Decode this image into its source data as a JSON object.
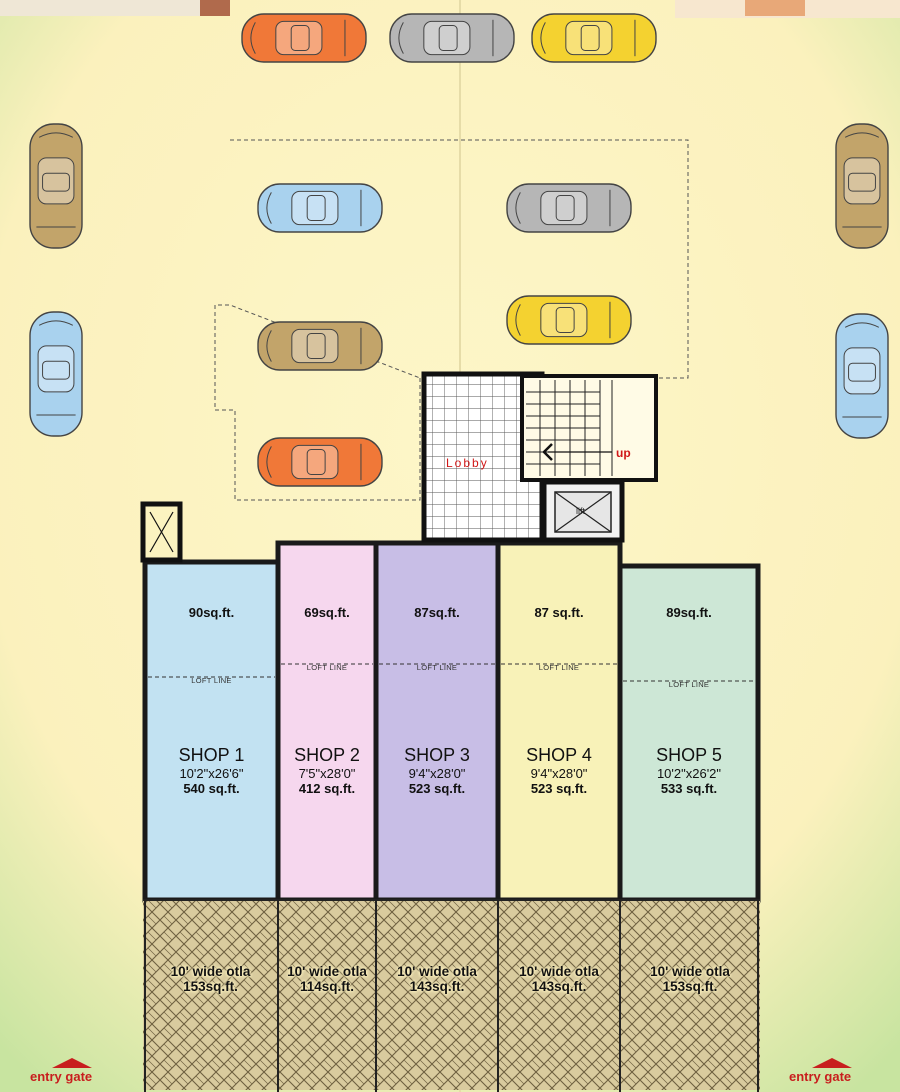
{
  "shops": [
    {
      "name": "SHOP 1",
      "dimensions": "10'2\"x26'6\"",
      "area": "540 sq.ft.",
      "loft_area": "90sq.ft.",
      "loft_label": "LOFT LINE",
      "fill": "#c2e2f2"
    },
    {
      "name": "SHOP 2",
      "dimensions": "7'5\"x28'0\"",
      "area": "412 sq.ft.",
      "loft_area": "69sq.ft.",
      "loft_label": "LOFT LINE",
      "fill": "#f6d7ee"
    },
    {
      "name": "SHOP 3",
      "dimensions": "9'4\"x28'0\"",
      "area": "523 sq.ft.",
      "loft_area": "87sq.ft.",
      "loft_label": "LOFT LINE",
      "fill": "#c8bee6"
    },
    {
      "name": "SHOP 4",
      "dimensions": "9'4\"x28'0\"",
      "area": "523 sq.ft.",
      "loft_area": "87 sq.ft.",
      "loft_label": "LOFT LINE",
      "fill": "#f8f2b8"
    },
    {
      "name": "SHOP 5",
      "dimensions": "10'2\"x26'2\"",
      "area": "533 sq.ft.",
      "loft_area": "89sq.ft.",
      "loft_label": "LOFT LINE",
      "fill": "#cde7d6"
    }
  ],
  "otlas": [
    {
      "label": "10' wide otla",
      "area": "153sq.ft."
    },
    {
      "label": "10' wide otla",
      "area": "114sq.ft."
    },
    {
      "label": "10' wide otla",
      "area": "143sq.ft."
    },
    {
      "label": "10' wide otla",
      "area": "143sq.ft."
    },
    {
      "label": "10' wide otla",
      "area": "153sq.ft."
    }
  ],
  "core": {
    "lobby": "Lobby",
    "stair_up": "up",
    "lift": "lift"
  },
  "gates": {
    "left": "entry gate",
    "right": "entry gate"
  },
  "colors": {
    "background": "#fbf3c0",
    "background_edge": "#bfe09a",
    "walls": "#1a1a1a",
    "otla_paving": "#d8c99c",
    "accent_red": "#c81e1e"
  },
  "cars": [
    {
      "color": "#f07838",
      "orientation": "horizontal"
    },
    {
      "color": "#b6b6b6",
      "orientation": "horizontal"
    },
    {
      "color": "#f4d230",
      "orientation": "horizontal"
    },
    {
      "color": "#c2a46a",
      "orientation": "vertical"
    },
    {
      "color": "#c2a46a",
      "orientation": "vertical"
    },
    {
      "color": "#a9d2ee",
      "orientation": "vertical"
    },
    {
      "color": "#a9d2ee",
      "orientation": "vertical"
    },
    {
      "color": "#a9d2ee",
      "orientation": "horizontal"
    },
    {
      "color": "#b6b6b6",
      "orientation": "horizontal"
    },
    {
      "color": "#f4d230",
      "orientation": "horizontal"
    },
    {
      "color": "#c2a46a",
      "orientation": "horizontal"
    },
    {
      "color": "#f07838",
      "orientation": "horizontal"
    }
  ]
}
